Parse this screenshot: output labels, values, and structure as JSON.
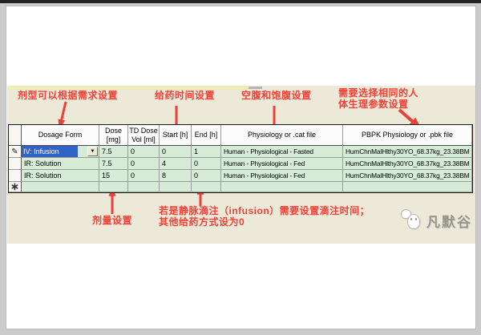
{
  "notes": {
    "dosage_form": "剂型可以根据需求设置",
    "dosing_time": "给药时间设置",
    "fasted_fed": "空腹和饱腹设置",
    "pbpk_line1": "需要选择相同的人",
    "pbpk_line2": "体生理参数设置",
    "dose": "剂量设置",
    "infusion_line1": "若是静脉滴注（infusion）需要设置滴注时间；",
    "infusion_line2": "其他给药方式设为0"
  },
  "table": {
    "headers": {
      "dosage_form": "Dosage Form",
      "dose_line1": "Dose",
      "dose_line2": "[mg]",
      "td_dose_line1": "TD Dose",
      "td_dose_line2": "Vol [ml]",
      "start": "Start [h]",
      "end": "End [h]",
      "physiology": "Physiology or .cat file",
      "pbpk": "PBPK Physiology or .pbk file"
    },
    "rows": [
      {
        "dosage_form": "IV: Infusion",
        "dose": "7.5",
        "td_dose_vol": "0",
        "start": "0",
        "end": "1",
        "physiology": "Human - Physiological - Fasted",
        "pbpk": "HumChnMalHlthy30YO_68.37kg_23.38BM"
      },
      {
        "dosage_form": "IR: Solution",
        "dose": "7.5",
        "td_dose_vol": "0",
        "start": "4",
        "end": "0",
        "physiology": "Human - Physiological - Fed",
        "pbpk": "HumChnMalHlthy30YO_68.37kg_23.38BM"
      },
      {
        "dosage_form": "IR: Solution",
        "dose": "15",
        "td_dose_vol": "0",
        "start": "8",
        "end": "0",
        "physiology": "Human - Physiological - Fed",
        "pbpk": "HumChnMalHlthy30YO_68.37kg_23.38BM"
      }
    ]
  },
  "icons": {
    "edit_pencil": "✎",
    "new_record": "∗",
    "dropdown_arrow": "▼"
  },
  "watermark": {
    "text": "凡默谷"
  },
  "colors": {
    "annotation_red": "#f04238",
    "row_green": "#d6ecd7",
    "selection_blue": "#3163c6",
    "panel_beige": "#ece9d9"
  }
}
